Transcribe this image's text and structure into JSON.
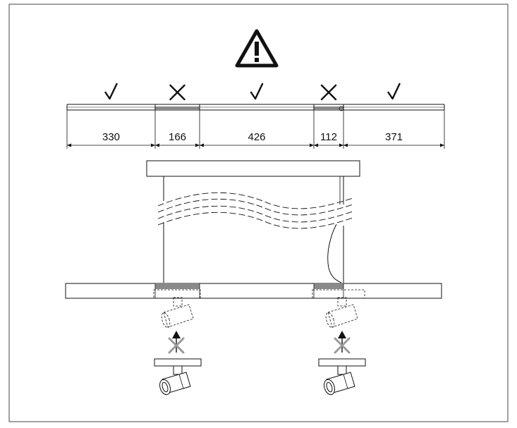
{
  "colors": {
    "line": "#111111",
    "blocked_zone": "#8a8a8a",
    "blocked_cross": "#9a9a9a",
    "frame": "#444444"
  },
  "icons": {
    "warning": "warning-triangle-icon",
    "allowed": "checkmark-icon",
    "not_allowed": "cross-icon",
    "arrow": "arrow-up-icon",
    "spotlight": "spotlight-icon"
  },
  "segments": [
    {
      "label": "330",
      "mark": "allowed"
    },
    {
      "label": "166",
      "mark": "not_allowed"
    },
    {
      "label": "426",
      "mark": "allowed"
    },
    {
      "label": "112",
      "mark": "not_allowed"
    },
    {
      "label": "371",
      "mark": "allowed"
    }
  ]
}
